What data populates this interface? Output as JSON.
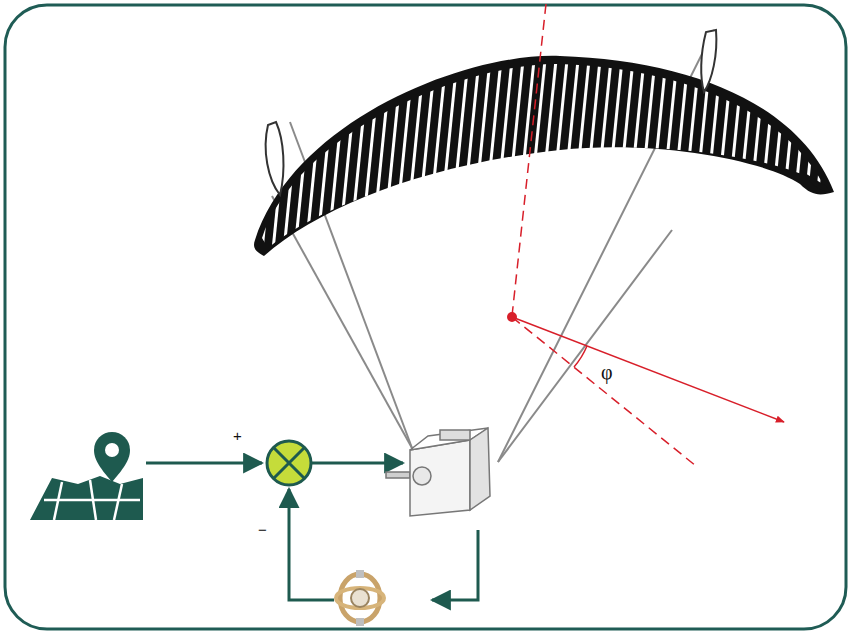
{
  "diagram": {
    "labels": [
      "+",
      "−",
      "φ"
    ]
  }
}
